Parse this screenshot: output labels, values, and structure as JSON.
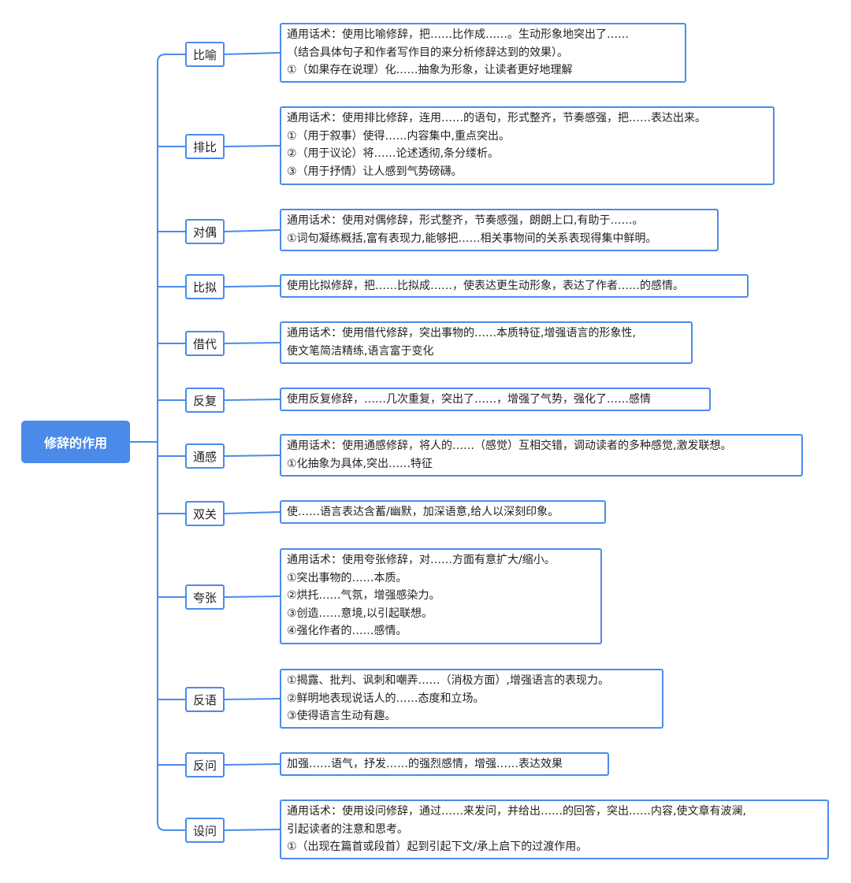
{
  "root": {
    "label": "修辞的作用"
  },
  "branches": [
    {
      "label": "比喻",
      "lines": [
        "通用话术：使用比喻修辞，把……比作成……。生动形象地突出了……",
        "（结合具体句子和作者写作目的来分析修辞达到的效果）。",
        "①（如果存在说理）化……抽象为形象，让读者更好地理解"
      ]
    },
    {
      "label": "排比",
      "lines": [
        "通用话术：使用排比修辞，连用……的语句，形式整齐，节奏感强，把……表达出来。",
        "①（用于叙事）使得……内容集中,重点突出。",
        "②（用于议论）将……论述透彻,条分缕析。",
        "③（用于抒情）让人感到气势磅礴。"
      ]
    },
    {
      "label": "对偶",
      "lines": [
        "通用话术：使用对偶修辞，形式整齐，节奏感强，朗朗上口,有助于……。",
        "①词句凝练概括,富有表现力,能够把……相关事物间的关系表现得集中鲜明。"
      ]
    },
    {
      "label": "比拟",
      "lines": [
        "使用比拟修辞，把……比拟成……，使表达更生动形象，表达了作者……的感情。"
      ]
    },
    {
      "label": "借代",
      "lines": [
        "通用话术：使用借代修辞，突出事物的……本质特征,增强语言的形象性,",
        "使文笔简洁精练,语言富于变化"
      ]
    },
    {
      "label": "反复",
      "lines": [
        "使用反复修辞，……几次重复，突出了……，增强了气势，强化了……感情"
      ]
    },
    {
      "label": "通感",
      "lines": [
        "通用话术：使用通感修辞，将人的……（感觉）互相交错，调动读者的多种感觉,激发联想。",
        "①化抽象为具体,突出……特征"
      ]
    },
    {
      "label": "双关",
      "lines": [
        "使……语言表达含蓄/幽默，加深语意,给人以深刻印象。"
      ]
    },
    {
      "label": "夸张",
      "lines": [
        "通用话术：使用夸张修辞，对……方面有意扩大/缩小。",
        "①突出事物的……本质。",
        "②烘托……气氛，增强感染力。",
        "③创造……意境,以引起联想。",
        "④强化作者的……感情。"
      ]
    },
    {
      "label": "反语",
      "lines": [
        "①揭露、批判、讽刺和嘲弄……（消极方面）,增强语言的表现力。",
        "②鲜明地表现说话人的……态度和立场。",
        "③使得语言生动有趣。"
      ]
    },
    {
      "label": "反问",
      "lines": [
        "加强……语气，抒发……的强烈感情，增强……表达效果"
      ]
    },
    {
      "label": "设问",
      "lines": [
        "通用话术：使用设问修辞，通过……来发问，并给出……的回答，突出……内容,使文章有波澜,",
        "引起读者的注意和思考。",
        "①（出现在篇首或段首）起到引起下文/承上启下的过渡作用。"
      ]
    }
  ],
  "colors": {
    "accent": "#4a8bea",
    "text": "#222222",
    "root_text": "#ffffff"
  }
}
